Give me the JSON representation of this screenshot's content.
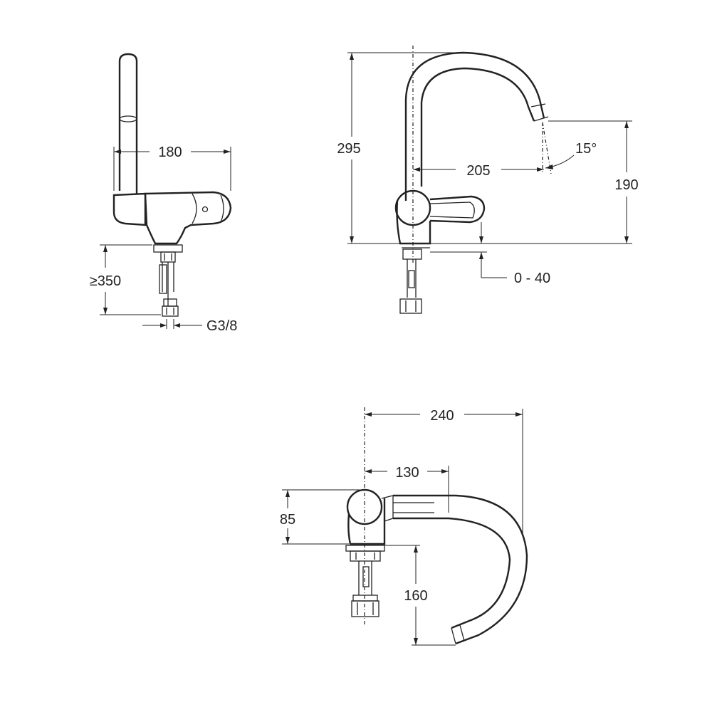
{
  "dimensions": {
    "side_width": "180",
    "side_below": "≥350",
    "thread": "G3/8",
    "height_total": "295",
    "reach_front": "205",
    "angle": "15°",
    "spout_height": "190",
    "deck_range": "0 - 40",
    "top_reach": "240",
    "top_offset": "130",
    "body_depth": "85",
    "shank_length": "160"
  }
}
